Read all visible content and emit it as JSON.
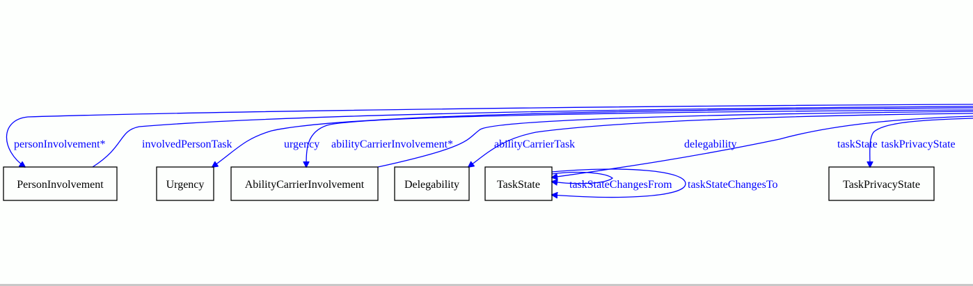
{
  "colors": {
    "node": "#000000",
    "edge": "#0000ff",
    "background": "#fdfffd"
  },
  "nodes": {
    "person_involvement": "PersonInvolvement",
    "urgency": "Urgency",
    "ability_carrier_involvement": "AbilityCarrierInvolvement",
    "delegability": "Delegability",
    "task_state": "TaskState",
    "task_privacy_state": "TaskPrivacyState"
  },
  "edges": {
    "person_involvement": "personInvolvement*",
    "involved_person_task": "involvedPersonTask",
    "urgency": "urgency",
    "ability_carrier_involvement": "abilityCarrierInvolvement*",
    "ability_carrier_task": "abilityCarrierTask",
    "delegability": "delegability",
    "task_state": "taskState",
    "task_privacy_state": "taskPrivacyState",
    "task_state_changes_from": "taskStateChangesFrom",
    "task_state_changes_to": "taskStateChangesTo"
  }
}
